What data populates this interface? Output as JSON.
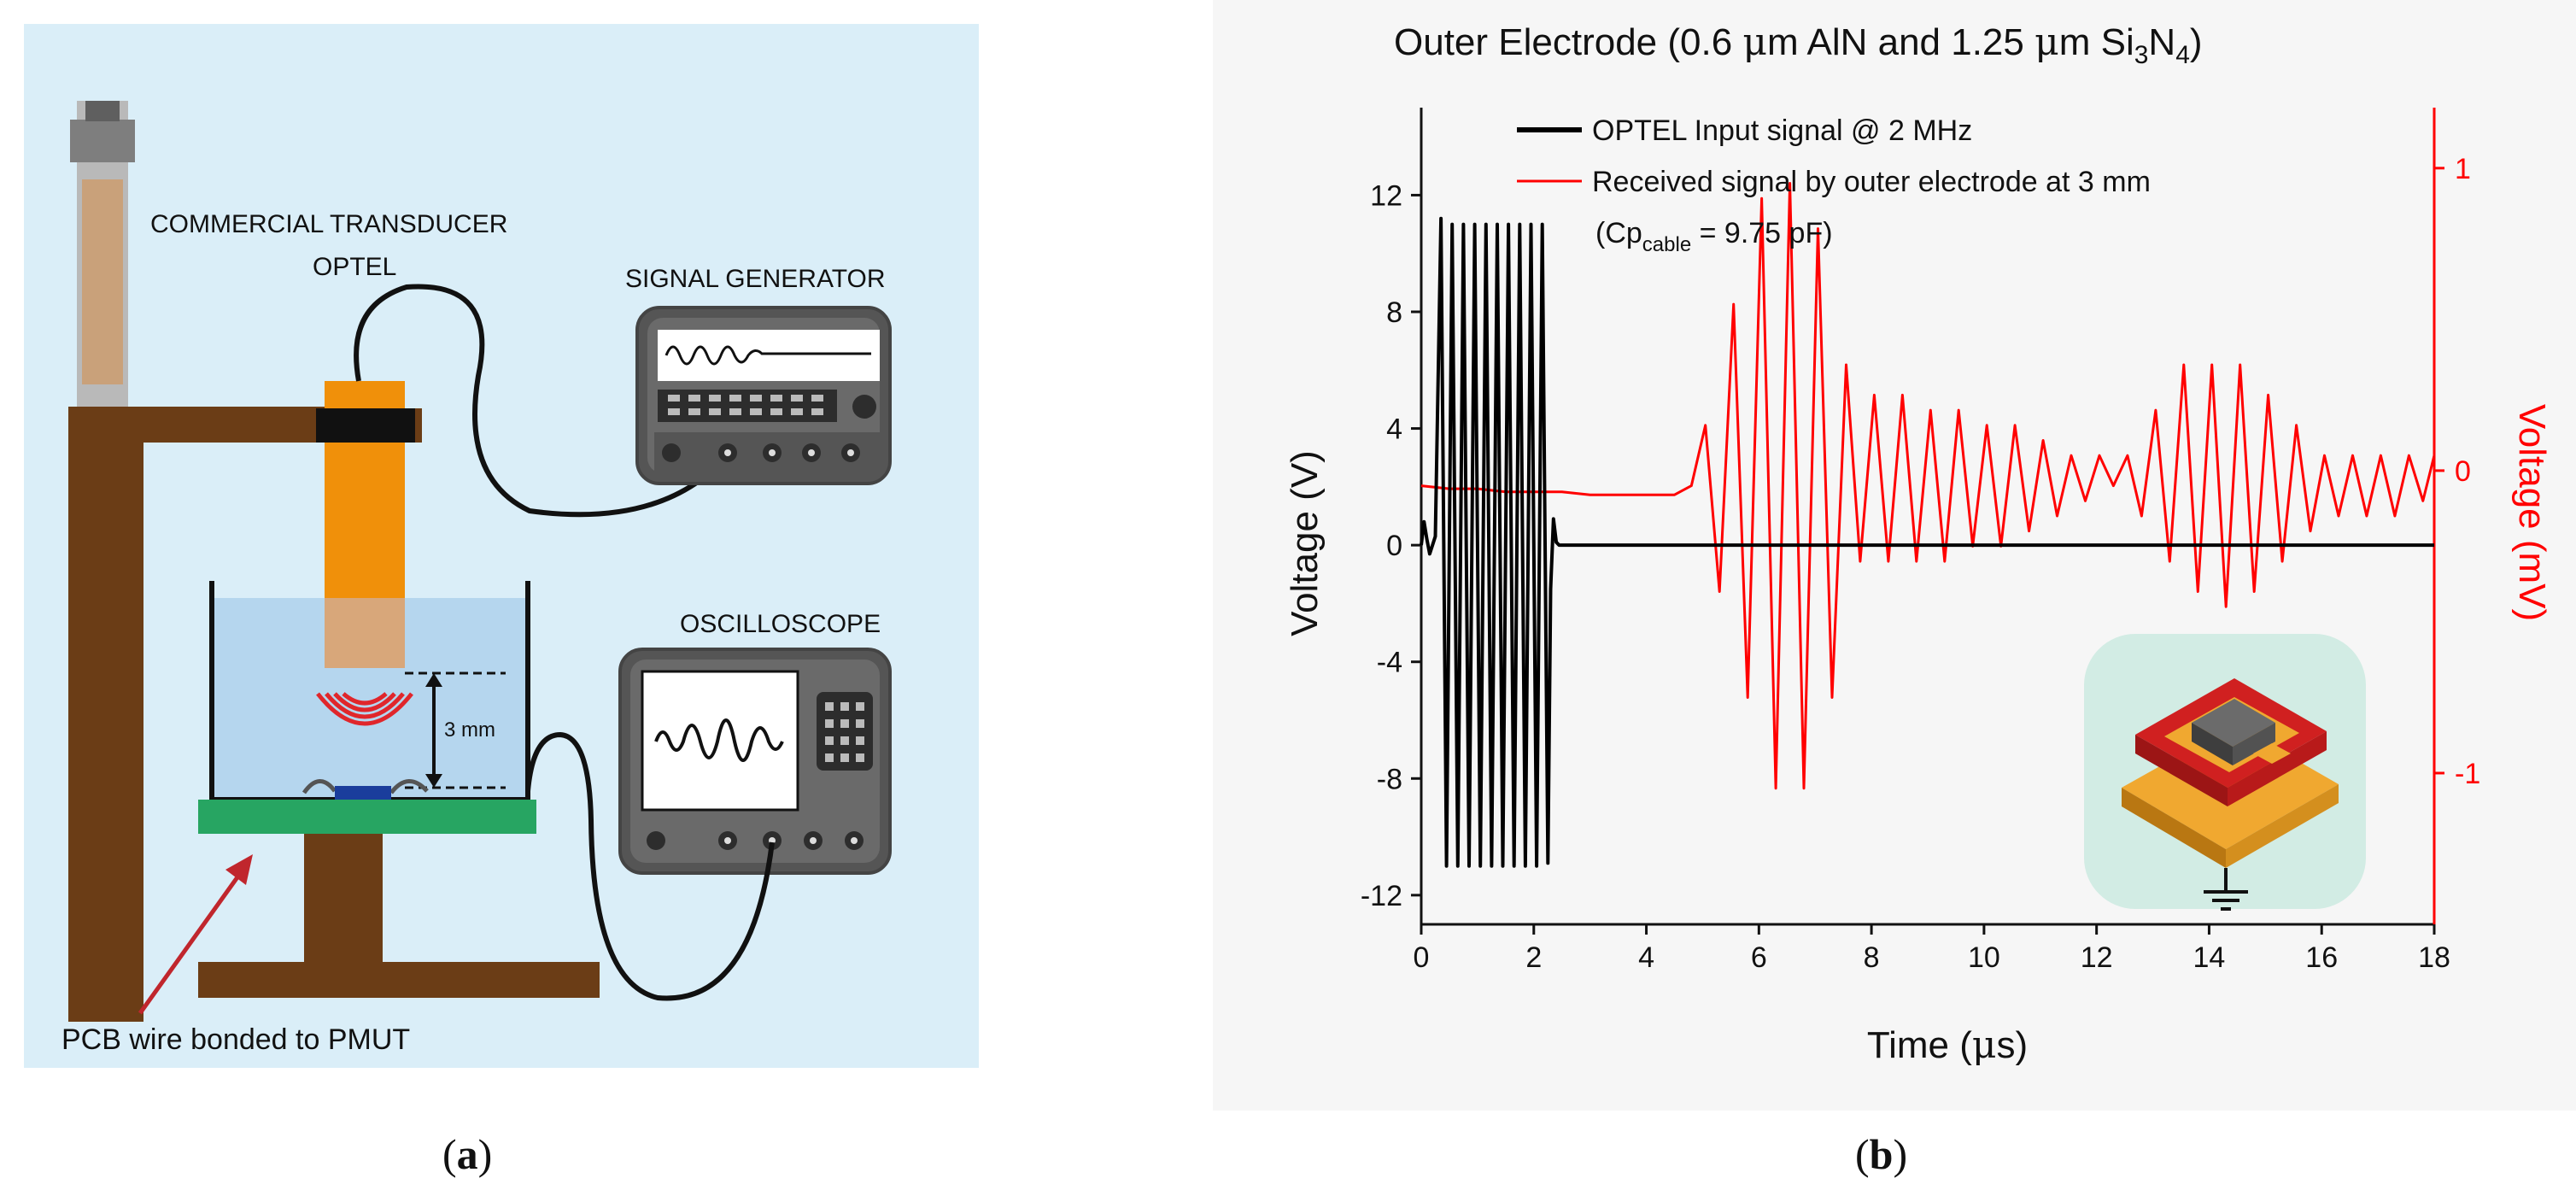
{
  "panel_a": {
    "caption_open": "(",
    "caption_letter": "a",
    "caption_close": ")",
    "labels": {
      "commercial_transducer": "COMMERCIAL TRANSDUCER",
      "optel": "OPTEL",
      "signal_generator": "SIGNAL GENERATOR",
      "oscilloscope": "OSCILLOSCOPE",
      "distance": "3 mm",
      "pcb": "PCB wire bonded to PMUT"
    },
    "colors": {
      "background": "#daeef8",
      "stand": "#6b3d16",
      "transducer": "#f0900a",
      "water": "#b5d6ee",
      "pcb": "#27a562",
      "pmut": "#1a3d9c",
      "arrow": "#c0262d",
      "waves": "#e0262b",
      "device_body": "#5e5e5e"
    }
  },
  "panel_b": {
    "caption_open": "(",
    "caption_letter": "b",
    "caption_close": ")",
    "title": {
      "prefix": "Outer Electrode (0.6 ",
      "mu1": "μ",
      "mid1": "m AlN and 1.25 ",
      "mu2": "μ",
      "mid2": "m Si",
      "sub1": "3",
      "mid3": "N",
      "sub2": "4",
      "suffix": ")"
    },
    "xlabel": {
      "prefix": "Time (",
      "mu": "μ",
      "suffix": "s)"
    },
    "ylabel_left": "Voltage (V)",
    "ylabel_right": "Voltage (mV)",
    "legend": {
      "entry_1": "OPTEL Input signal @ 2 MHz",
      "entry_2": "Received signal by outer electrode at 3 mm",
      "note_prefix": "(Cp",
      "note_sub": "cable",
      "note_suffix": " = 9.75 pF)"
    },
    "x_ticks": [
      "0",
      "2",
      "4",
      "6",
      "8",
      "10",
      "12",
      "14",
      "16",
      "18"
    ],
    "y_left_ticks": [
      "-12",
      "-8",
      "-4",
      "0",
      "4",
      "8",
      "12"
    ],
    "y_right_ticks": [
      "-1",
      "0",
      "1"
    ]
  },
  "chart_data": {
    "type": "line",
    "title": "Outer Electrode (0.6 μm AlN and 1.25 μm Si3N4)",
    "xlabel": "Time (μs)",
    "ylabel": "Voltage (V)",
    "ylabel_right": "Voltage (mV)",
    "xlim": [
      0,
      18
    ],
    "ylim": [
      -13,
      15
    ],
    "ylim_right": [
      -1.5,
      1.2
    ],
    "grid": false,
    "legend_position": "top",
    "series": [
      {
        "name": "OPTEL Input signal @ 2 MHz",
        "axis": "left",
        "color": "#000000",
        "x": [
          0,
          0.05,
          0.1,
          0.15,
          0.25,
          0.35,
          0.45,
          0.55,
          0.65,
          0.75,
          0.85,
          0.95,
          1.05,
          1.15,
          1.25,
          1.35,
          1.45,
          1.55,
          1.65,
          1.75,
          1.85,
          1.95,
          2.05,
          2.15,
          2.25,
          2.3,
          2.35,
          2.4,
          2.45,
          2.5,
          2.6,
          3,
          4,
          6,
          8,
          10,
          12,
          14,
          16,
          18
        ],
        "y": [
          0,
          0.8,
          0.2,
          -0.3,
          0.3,
          11.2,
          -11,
          11,
          -11,
          11,
          -11,
          11,
          -11,
          11,
          -11,
          11,
          -11,
          11,
          -11,
          11,
          -11,
          11,
          -11,
          11,
          -10.9,
          -1.5,
          0.9,
          0.1,
          0,
          0,
          0,
          0,
          0,
          0,
          0,
          0,
          0,
          0,
          0,
          0
        ]
      },
      {
        "name": "Received signal by outer electrode at 3 mm",
        "axis": "right",
        "color": "#ff0000",
        "x": [
          0,
          0.5,
          1,
          1.5,
          2,
          2.5,
          3,
          3.5,
          4,
          4.5,
          4.8,
          5.05,
          5.3,
          5.55,
          5.8,
          6.05,
          6.3,
          6.55,
          6.8,
          7.05,
          7.3,
          7.55,
          7.8,
          8.05,
          8.3,
          8.55,
          8.8,
          9.05,
          9.3,
          9.55,
          9.8,
          10.05,
          10.3,
          10.55,
          10.8,
          11.05,
          11.3,
          11.55,
          11.8,
          12.05,
          12.3,
          12.55,
          12.8,
          13.05,
          13.3,
          13.55,
          13.8,
          14.05,
          14.3,
          14.55,
          14.8,
          15.05,
          15.3,
          15.55,
          15.8,
          16.05,
          16.3,
          16.55,
          16.8,
          17.05,
          17.3,
          17.55,
          17.8,
          18
        ],
        "y": [
          -0.05,
          -0.06,
          -0.06,
          -0.07,
          -0.07,
          -0.07,
          -0.08,
          -0.08,
          -0.08,
          -0.08,
          -0.05,
          0.15,
          -0.4,
          0.55,
          -0.75,
          0.9,
          -1.05,
          0.95,
          -1.05,
          0.8,
          -0.75,
          0.35,
          -0.3,
          0.25,
          -0.3,
          0.25,
          -0.3,
          0.2,
          -0.3,
          0.2,
          -0.25,
          0.15,
          -0.25,
          0.15,
          -0.2,
          0.1,
          -0.15,
          0.05,
          -0.1,
          0.05,
          -0.05,
          0.05,
          -0.15,
          0.2,
          -0.3,
          0.35,
          -0.4,
          0.35,
          -0.45,
          0.35,
          -0.4,
          0.25,
          -0.3,
          0.15,
          -0.2,
          0.05,
          -0.15,
          0.05,
          -0.15,
          0.05,
          -0.15,
          0.05,
          -0.1,
          0.05
        ]
      }
    ],
    "annotations": [
      "(Cpcable = 9.75 pF)"
    ]
  }
}
